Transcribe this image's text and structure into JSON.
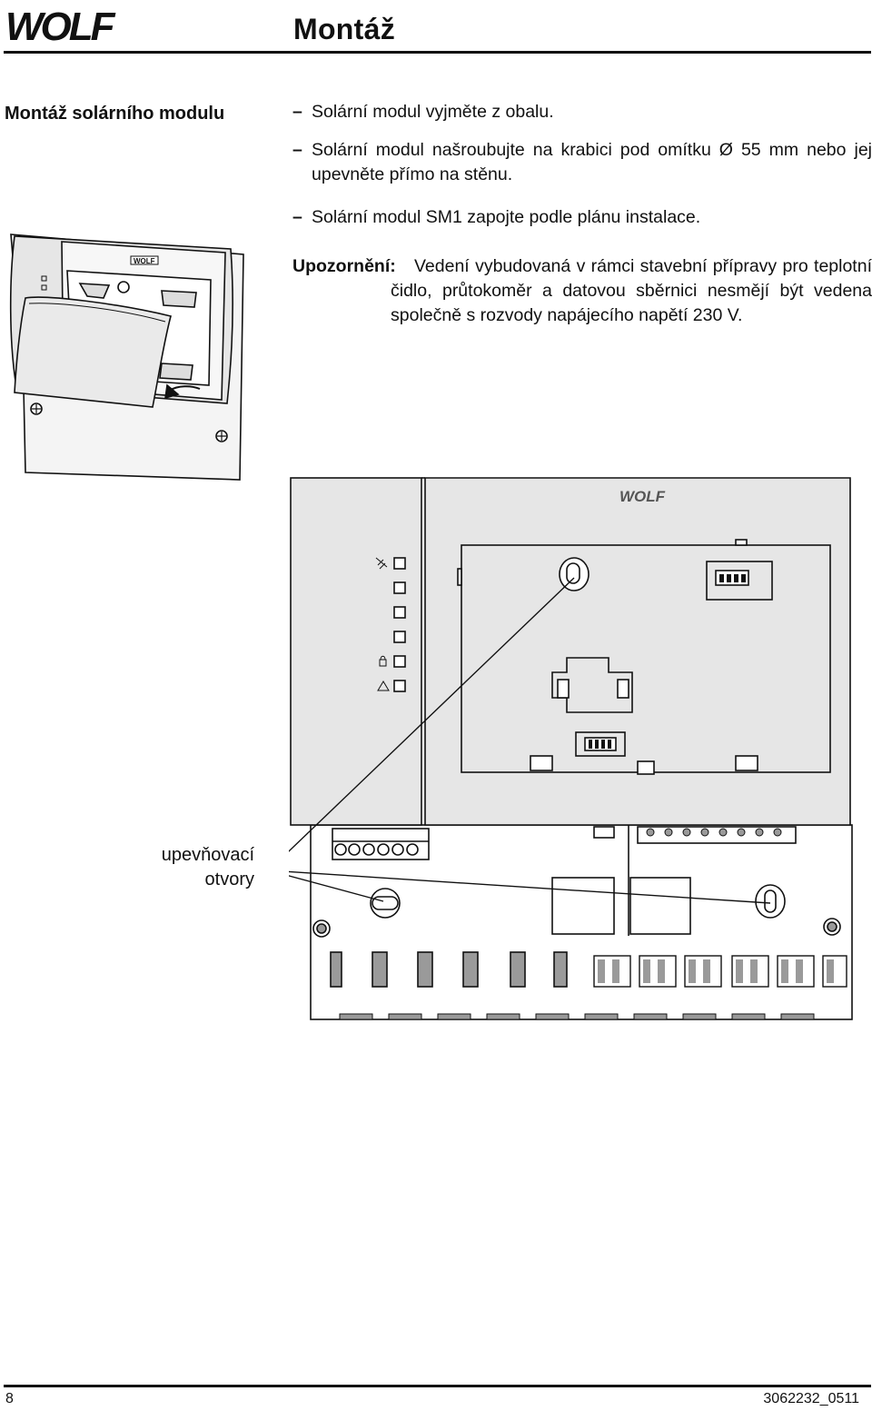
{
  "header": {
    "brand": "WOLF",
    "title": "Montáž"
  },
  "section": {
    "heading": "Montáž solárního modulu",
    "steps": [
      "Solární modul vyjměte z obalu.",
      "Solární modul našroubujte na krabici pod omítku Ø 55 mm nebo jej upevněte přímo na stěnu.",
      "Solární modul SM1 zapojte podle plánu instalace."
    ],
    "note_label": "Upozornění:",
    "note_text": "Vedení vybudovaná v rámci stavební přípravy pro teplotní čidlo, průtokoměr a datovou sběrnici nesmějí být vedena společně s rozvody napájecího napětí 230 V."
  },
  "figure": {
    "callout_line1": "upevňovací",
    "callout_line2": "otvory",
    "device_brand": "WOLF"
  },
  "footer": {
    "page_number": "8",
    "doc_code": "3062232_0511"
  },
  "colors": {
    "ink": "#111111",
    "panel_fill": "#e6e6e6",
    "panel_fill_light": "#f0f0f0",
    "connector_fill": "#9a9a9a"
  }
}
